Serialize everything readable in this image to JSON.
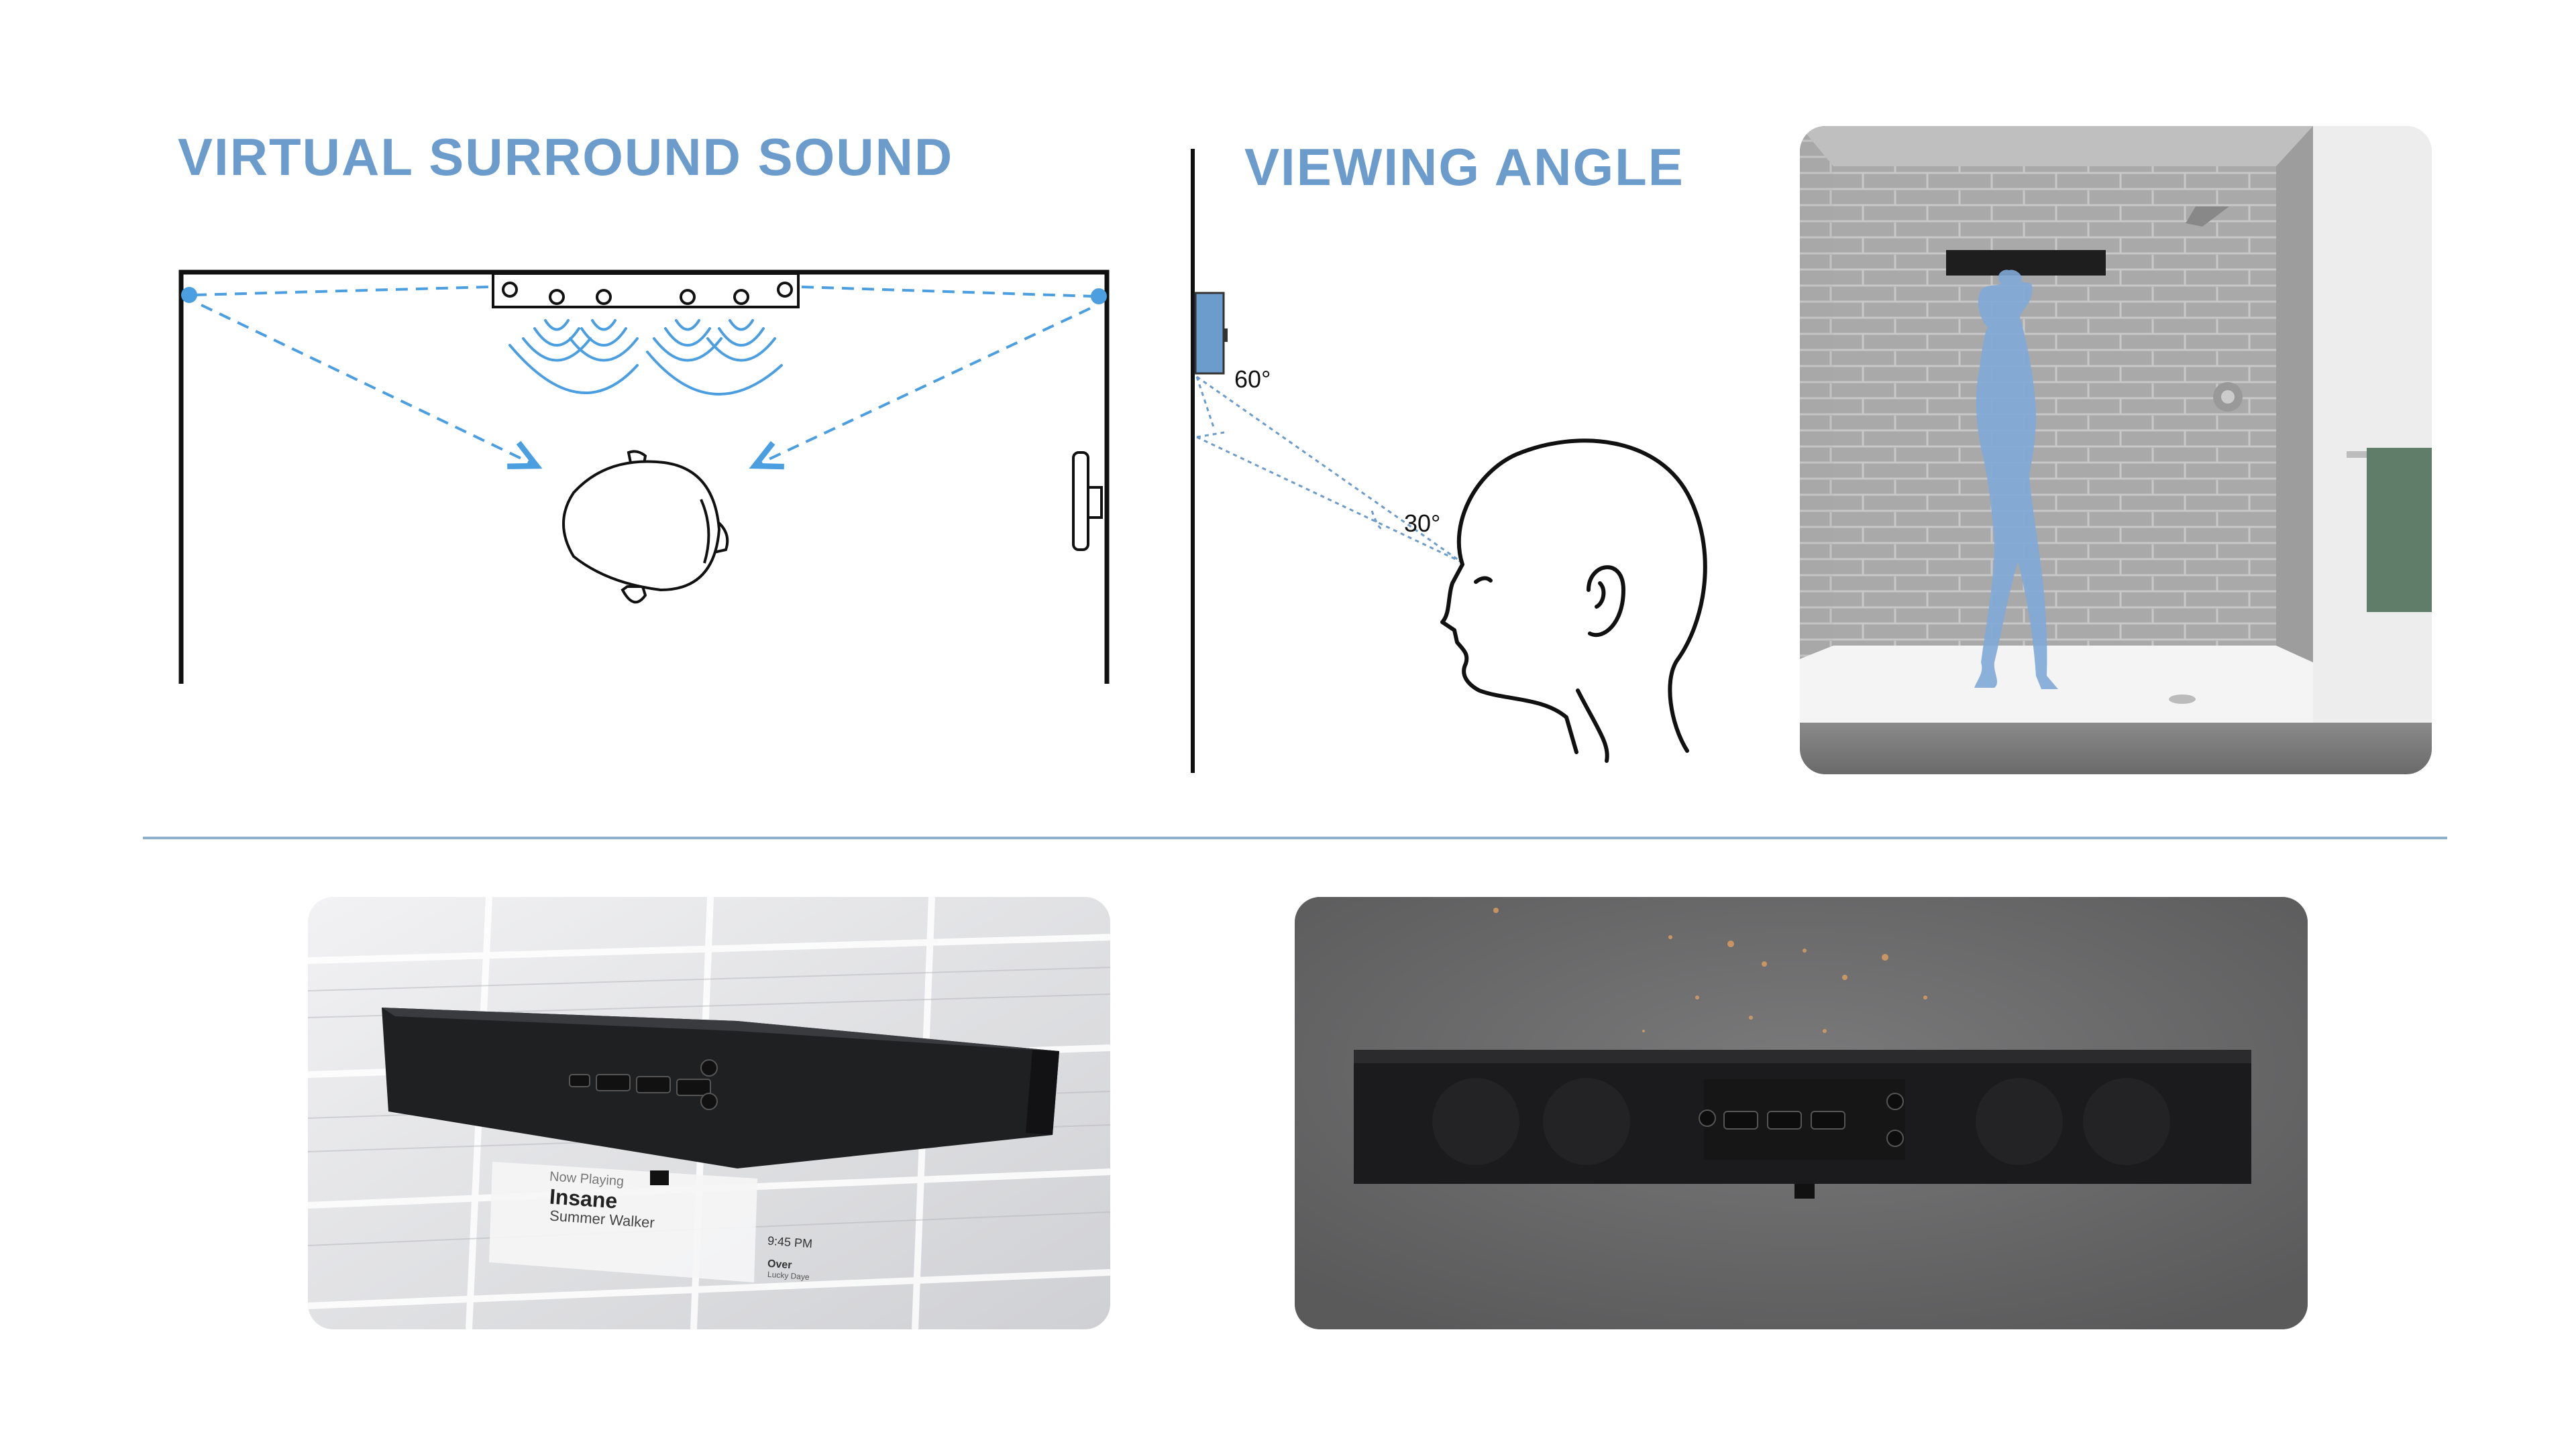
{
  "headings": {
    "surround": "VIRTUAL SURROUND SOUND",
    "viewing_angle": "VIEWING ANGLE"
  },
  "angle_labels": {
    "upper": "60°",
    "lower": "30°"
  },
  "screen_display": {
    "now_playing": "Now Playing",
    "song": "Insane",
    "artist": "Summer Walker",
    "time": "9:45 PM",
    "next_song": "Over",
    "next_artist": "Lucky Daye"
  },
  "colors": {
    "heading": "#6c9ccb",
    "accent_blue": "#4b9fe0",
    "silhouette": "#7fa9d6",
    "divider": "#8db0cc",
    "towel": "#5f7d68",
    "tile": "#a9a9aa"
  }
}
